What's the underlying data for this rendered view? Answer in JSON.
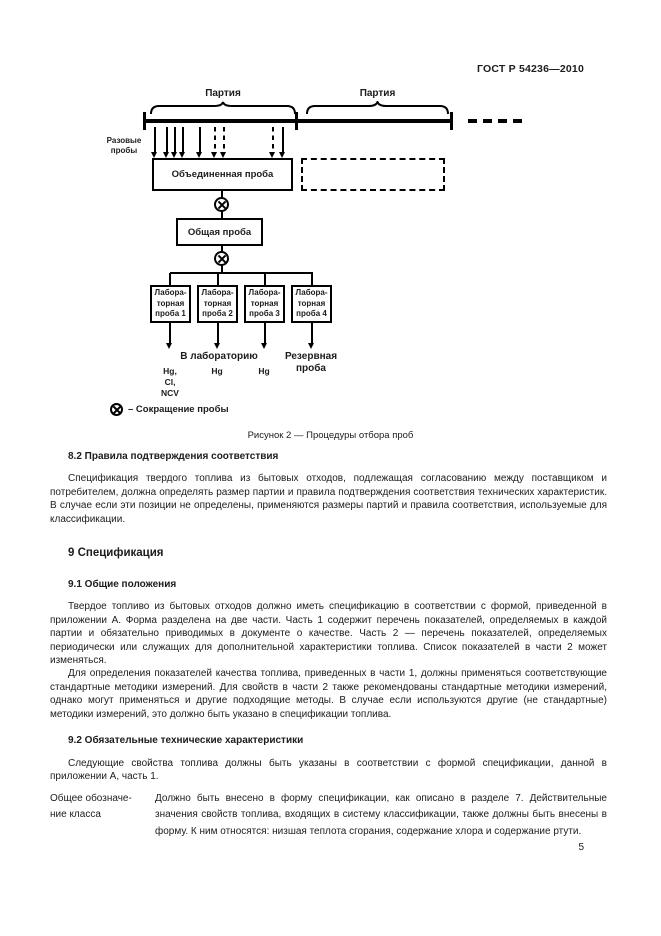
{
  "header": {
    "standard": "ГОСТ Р 54236—2010",
    "page_number": "5"
  },
  "figure": {
    "batch1_label": "Партия",
    "batch2_label": "Партия",
    "increments_label": "Разовые пробы",
    "combined_sample": "Объединенная проба",
    "general_sample": "Общая проба",
    "lab_samples": [
      {
        "label": "Лабора-\nторная\nпроба 1"
      },
      {
        "label": "Лабора-\nторная\nпроба 2"
      },
      {
        "label": "Лабора-\nторная\nпроба 3"
      },
      {
        "label": "Лабора-\nторная\nпроба 4"
      }
    ],
    "to_laboratory": "В лабораторию",
    "reserve_sample": "Резервная проба",
    "analytes": [
      "Hg,\nCl,\nNCV",
      "Hg",
      "Hg"
    ],
    "legend_text": "– Сокращение пробы",
    "caption": "Рисунок 2 — Процедуры отбора проб"
  },
  "sections": {
    "s82_heading": "8.2 Правила подтверждения соответствия",
    "s82_p1": "Спецификация твердого топлива из бытовых отходов, подлежащая согласованию между поставщиком и потребителем, должна определять размер партии и правила подтверждения соответствия технических характеристик. В случае если эти позиции не определены, применяются размеры партий и правила соответствия, используемые для классификации.",
    "s9_heading": "9 Спецификация",
    "s91_heading": "9.1 Общие положения",
    "s91_p1": "Твердое топливо из бытовых отходов должно иметь спецификацию в соответствии с формой, приведенной в приложении А. Форма разделена на две части. Часть 1 содержит перечень показателей, определяемых в каждой партии и обязательно приводимых в документе о качестве. Часть 2 — перечень показателей, определяемых периодически или служащих для дополнительной характеристики топлива. Список показателей в части 2 может изменяться.",
    "s91_p2": "Для определения показателей качества топлива, приведенных в части 1, должны применяться соответствующие стандартные методики измерений. Для свойств в части 2 также рекомендованы стандартные методики измерений, однако могут применяться и другие подходящие методы. В случае если используются другие (не стандартные) методики измерений, это должно быть указано в спецификации топлива.",
    "s92_heading": "9.2 Обязательные технические характеристики",
    "s92_p1": "Следующие свойства топлива должны быть указаны в соответствии с формой спецификации, данной в приложении А, часть 1.",
    "class_term": "Общее обозначе-\nние класса",
    "class_definition": "Должно быть внесено в форму спецификации, как описано в разделе 7. Действительные значения свойств топлива, входящих в систему классификации, также должны быть внесены в форму. К ним относятся: низшая теплота сгорания, содержание хлора и содержание ртути."
  }
}
